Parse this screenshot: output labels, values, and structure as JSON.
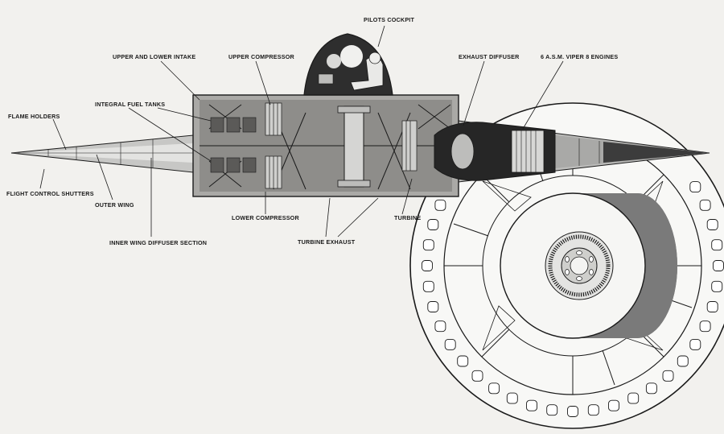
{
  "diagram": {
    "labels": {
      "pilots_cockpit": "PILOTS COCKPIT",
      "upper_lower_intake": "UPPER AND LOWER INTAKE",
      "upper_compressor": "UPPER COMPRESSOR",
      "exhaust_diffuser": "EXHAUST DIFFUSER",
      "viper_engines": "6 A.S.M. VIPER 8 ENGINES",
      "integral_fuel_tanks": "INTEGRAL FUEL TANKS",
      "flame_holders": "FLAME HOLDERS",
      "flight_control_shutters": "FLIGHT CONTROL SHUTTERS",
      "outer_wing": "OUTER WING",
      "inner_wing_diffuser": "INNER WING DIFFUSER SECTION",
      "lower_compressor": "LOWER COMPRESSOR",
      "turbine_exhaust": "TURBINE EXHAUST",
      "turbine": "TURBINE"
    },
    "colors": {
      "ink": "#1a1a1a",
      "paper": "#f2f1ee",
      "shadow": "#6a6a6a",
      "mid": "#9a9a9a"
    }
  }
}
